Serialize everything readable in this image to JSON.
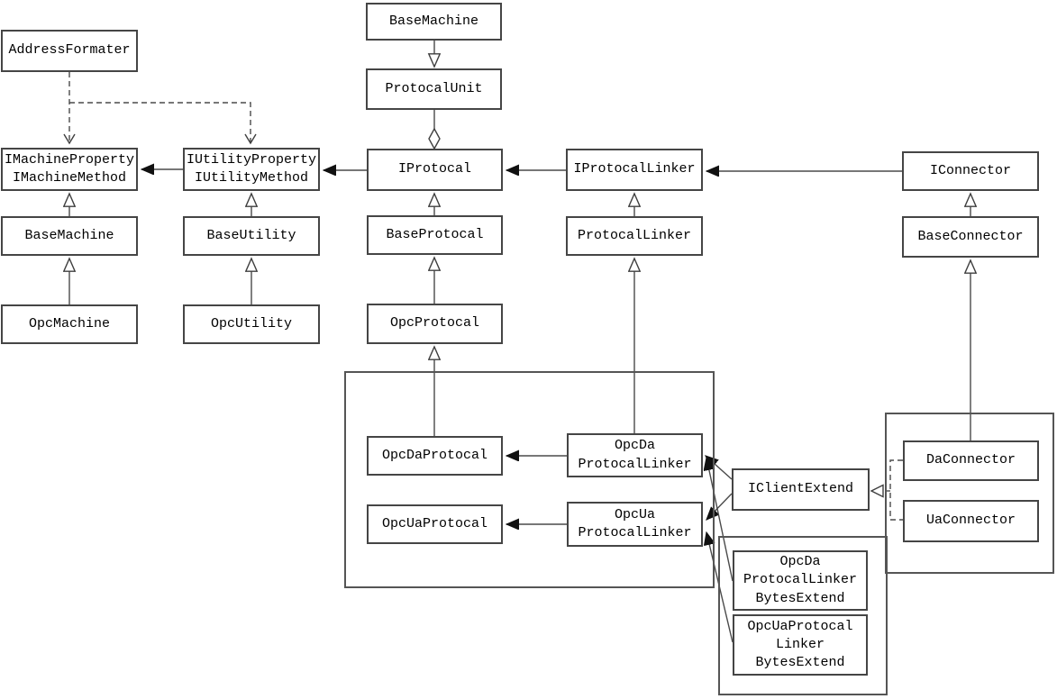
{
  "diagram": {
    "type": "uml-class-diagram",
    "colors": {
      "background": "#ffffff",
      "box_fill": "#ffffff",
      "box_border": "#454545",
      "line": "#4a4a4a",
      "text": "#000000"
    },
    "nodes": {
      "address_formater": {
        "label": "AddressFormater"
      },
      "base_machine_top": {
        "label": "BaseMachine"
      },
      "protocal_unit": {
        "label": "ProtocalUnit"
      },
      "i_machine": {
        "label": "IMachineProperty\nIMachineMethod"
      },
      "i_utility": {
        "label": "IUtilityProperty\nIUtilityMethod"
      },
      "i_protocal": {
        "label": "IProtocal"
      },
      "i_protocal_linker": {
        "label": "IProtocalLinker"
      },
      "i_connector": {
        "label": "IConnector"
      },
      "base_machine": {
        "label": "BaseMachine"
      },
      "base_utility": {
        "label": "BaseUtility"
      },
      "base_protocal": {
        "label": "BaseProtocal"
      },
      "protocal_linker": {
        "label": "ProtocalLinker"
      },
      "base_connector": {
        "label": "BaseConnector"
      },
      "opc_machine": {
        "label": "OpcMachine"
      },
      "opc_utility": {
        "label": "OpcUtility"
      },
      "opc_protocal": {
        "label": "OpcProtocal"
      },
      "opc_da_protocal": {
        "label": "OpcDaProtocal"
      },
      "opc_ua_protocal": {
        "label": "OpcUaProtocal"
      },
      "opc_da_protocal_linker": {
        "label": "OpcDa\nProtocalLinker"
      },
      "opc_ua_protocal_linker": {
        "label": "OpcUa\nProtocalLinker"
      },
      "i_client_extend": {
        "label": "IClientExtend"
      },
      "da_connector": {
        "label": "DaConnector"
      },
      "ua_connector": {
        "label": "UaConnector"
      },
      "opc_da_protocal_linker_bytes_extend": {
        "label": "OpcDa\nProtocalLinker\nBytesExtend"
      },
      "opc_ua_protocal_linker_bytes_extend": {
        "label": "OpcUaProtocal\nLinker\nBytesExtend"
      }
    },
    "edges": [
      {
        "source": "AddressFormater",
        "target": "IMachineProperty/IMachineMethod",
        "type": "dependency-dashed"
      },
      {
        "source": "AddressFormater",
        "target": "IUtilityProperty/IUtilityMethod",
        "type": "dependency-dashed"
      },
      {
        "source": "IUtilityProperty/IUtilityMethod",
        "target": "IMachineProperty/IMachineMethod",
        "type": "association-filled-arrow"
      },
      {
        "source": "IProtocal",
        "target": "IUtilityProperty/IUtilityMethod",
        "type": "association-filled-arrow"
      },
      {
        "source": "IProtocalLinker",
        "target": "IProtocal",
        "type": "association-filled-arrow"
      },
      {
        "source": "IConnector",
        "target": "IProtocalLinker",
        "type": "association-filled-arrow"
      },
      {
        "source": "BaseMachine(top)",
        "target": "ProtocalUnit",
        "type": "generalization-hollow-triangle"
      },
      {
        "source": "ProtocalUnit",
        "target": "IProtocal",
        "type": "aggregation-hollow-diamond"
      },
      {
        "source": "BaseMachine",
        "target": "IMachineProperty/IMachineMethod",
        "type": "generalization-hollow-triangle"
      },
      {
        "source": "OpcMachine",
        "target": "BaseMachine",
        "type": "generalization-hollow-triangle"
      },
      {
        "source": "BaseUtility",
        "target": "IUtilityProperty/IUtilityMethod",
        "type": "generalization-hollow-triangle"
      },
      {
        "source": "OpcUtility",
        "target": "BaseUtility",
        "type": "generalization-hollow-triangle"
      },
      {
        "source": "BaseProtocal",
        "target": "IProtocal",
        "type": "generalization-hollow-triangle"
      },
      {
        "source": "OpcProtocal",
        "target": "BaseProtocal",
        "type": "generalization-hollow-triangle"
      },
      {
        "source": "OpcDaProtocal",
        "target": "OpcProtocal",
        "type": "generalization-hollow-triangle"
      },
      {
        "source": "ProtocalLinker",
        "target": "IProtocalLinker",
        "type": "generalization-hollow-triangle"
      },
      {
        "source": "OpcDa ProtocalLinker",
        "target": "ProtocalLinker",
        "type": "generalization-hollow-triangle"
      },
      {
        "source": "BaseConnector",
        "target": "IConnector",
        "type": "generalization-hollow-triangle"
      },
      {
        "source": "DaConnector",
        "target": "BaseConnector",
        "type": "generalization-hollow-triangle"
      },
      {
        "source": "OpcDa ProtocalLinker",
        "target": "OpcDaProtocal",
        "type": "association-filled-arrow"
      },
      {
        "source": "OpcUa ProtocalLinker",
        "target": "OpcUaProtocal",
        "type": "association-filled-arrow"
      },
      {
        "source": "IClientExtend",
        "target": "OpcDa ProtocalLinker",
        "type": "association-filled-arrow"
      },
      {
        "source": "IClientExtend",
        "target": "OpcUa ProtocalLinker",
        "type": "association-filled-arrow"
      },
      {
        "source": "OpcDa ProtocalLinker BytesExtend",
        "target": "OpcDa ProtocalLinker",
        "type": "association-filled-arrow"
      },
      {
        "source": "OpcUaProtocal Linker BytesExtend",
        "target": "OpcUa ProtocalLinker",
        "type": "association-filled-arrow"
      },
      {
        "source": "DaConnector",
        "target": "IClientExtend",
        "type": "realization-dashed-hollow-triangle"
      },
      {
        "source": "UaConnector",
        "target": "IClientExtend",
        "type": "realization-dashed-hollow-triangle"
      }
    ]
  }
}
